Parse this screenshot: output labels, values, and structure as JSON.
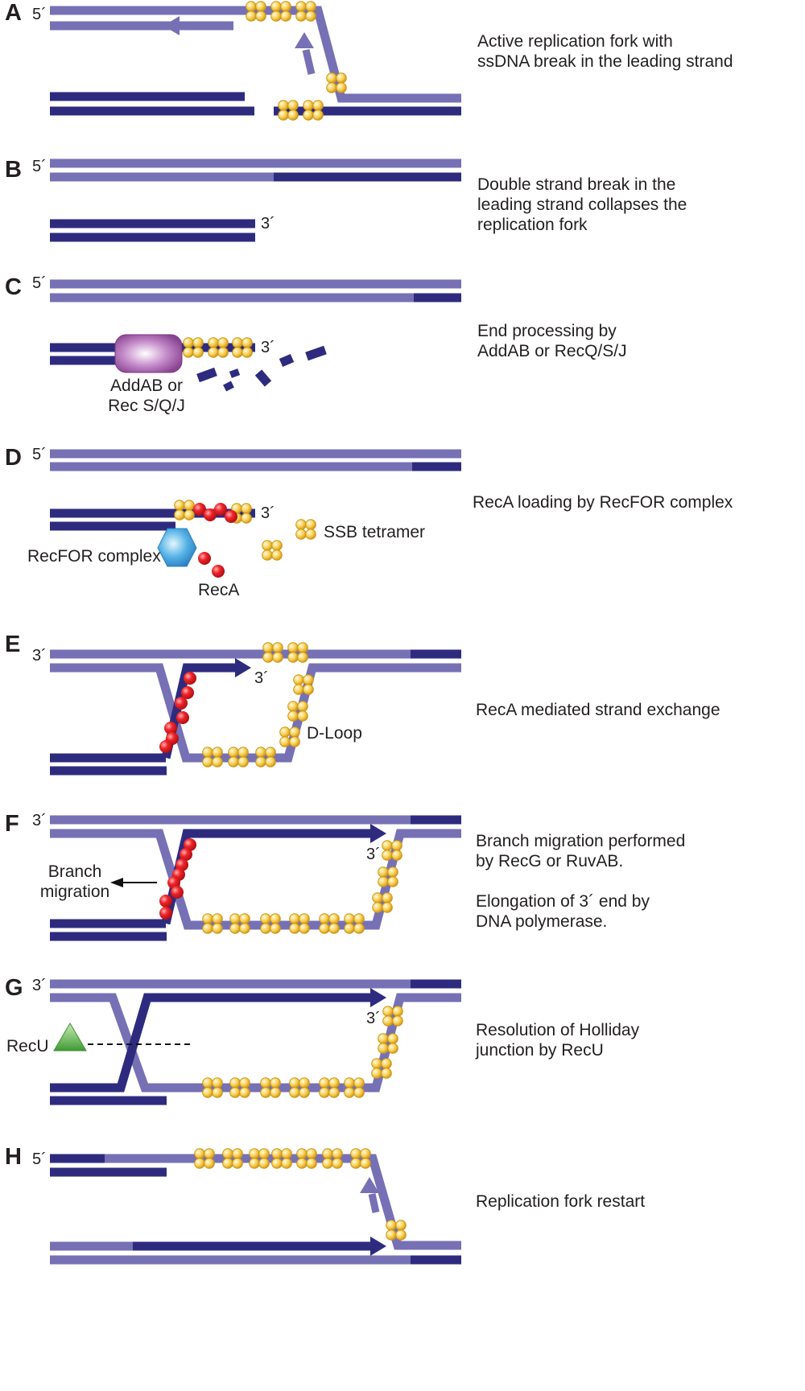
{
  "colors": {
    "dark_strand": "#2e2b7f",
    "light_strand": "#7670b5",
    "ssb_fill": "#f5c842",
    "ssb_stroke": "#c8961a",
    "reca": "#e8141b",
    "addab": "#9b5aa3",
    "recfor": "#3a9bd5",
    "recu": "#5bb247",
    "text": "#231f20"
  },
  "panels": [
    {
      "letter": "A",
      "end_label": "5´",
      "description": [
        "Active replication fork with",
        "ssDNA break in the leading strand"
      ]
    },
    {
      "letter": "B",
      "end_label": "5´",
      "strand_end_label": "3´",
      "description": [
        "Double strand break in the",
        "leading strand collapses the",
        "replication fork"
      ]
    },
    {
      "letter": "C",
      "end_label": "5´",
      "strand_end_label": "3´",
      "enzyme_label": [
        "AddAB or",
        "Rec S/Q/J"
      ],
      "description": [
        "End processing by",
        "AddAB or RecQ/S/J"
      ]
    },
    {
      "letter": "D",
      "end_label": "5´",
      "strand_end_label": "3´",
      "complex_label": "RecFOR complex",
      "reca_label": "RecA",
      "ssb_label": "SSB tetramer",
      "description": [
        "RecA loading by RecFOR complex"
      ]
    },
    {
      "letter": "E",
      "end_label": "3´",
      "strand_end_label": "3´",
      "loop_label": "D-Loop",
      "description": [
        "RecA mediated strand exchange"
      ]
    },
    {
      "letter": "F",
      "end_label": "3´",
      "strand_end_label": "3´",
      "migration_label": [
        "Branch",
        "migration"
      ],
      "description": [
        "Branch migration performed",
        "by RecG or RuvAB.",
        "",
        "Elongation of 3´ end by",
        "DNA polymerase."
      ]
    },
    {
      "letter": "G",
      "end_label": "3´",
      "strand_end_label": "3´",
      "enzyme_label": "RecU",
      "description": [
        "Resolution of Holliday",
        "junction by RecU"
      ]
    },
    {
      "letter": "H",
      "end_label": "5´",
      "description": [
        "Replication fork restart"
      ]
    }
  ]
}
